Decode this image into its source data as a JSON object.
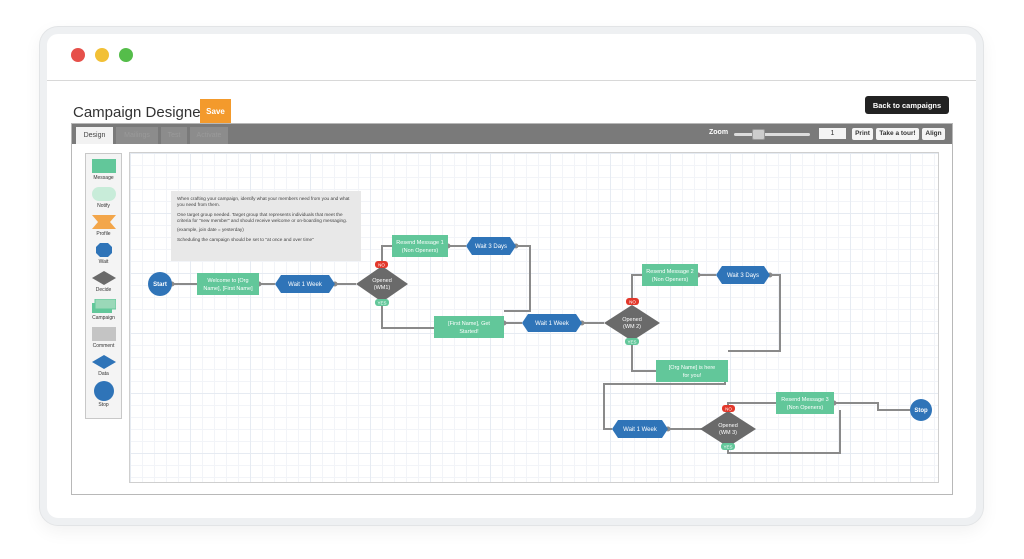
{
  "header": {
    "title": "Campaign Designer",
    "save_label": "Save",
    "back_label": "Back to campaigns"
  },
  "tabs": [
    "Design",
    "Mailings",
    "Test",
    "Activate"
  ],
  "toolbar": {
    "zoom_label": "Zoom",
    "zoom_value": "1",
    "print_label": "Print",
    "tour_label": "Take a tour!",
    "align_label": "Align"
  },
  "palette": [
    "Message",
    "Notify",
    "Profile",
    "Wait",
    "Decide",
    "Campaign",
    "Comment",
    "Data",
    "Stop"
  ],
  "comment": {
    "line1": "When crafting your campaign, identify what your members need from you and what you need from them.",
    "line2": "One target group needed. Target group that represents individuals that meet the criteria for \"new member\" and should receive welcome or on-boarding messaging.",
    "line3": "(example, join date = yesterday)",
    "line4": "Scheduling the campaign should be set to \"at once and over time\""
  },
  "nodes": {
    "start": "Start",
    "welcome": [
      "Welcome to [Org",
      "Name], [First Name]"
    ],
    "wait1": "Wait 1 Week",
    "opened1": [
      "Opened",
      "(WM1)"
    ],
    "resend1": [
      "Resend Message 1",
      "(Non Openers)"
    ],
    "wait3a": "Wait 3 Days",
    "getstarted": [
      "[First Name], Get",
      "Started!"
    ],
    "wait1b": "Wait 1 Week",
    "opened2": [
      "Opened",
      "(WM 2)"
    ],
    "resend2": [
      "Resend Message 2",
      "(Non Openers)"
    ],
    "wait3b": "Wait 3 Days",
    "orgname": [
      "[Org Name] is here",
      "for you!"
    ],
    "wait1c": "Wait 1 Week",
    "opened3": [
      "Opened",
      "(WM 3)"
    ],
    "resend3": [
      "Resend Message 3",
      "(Non Openers)"
    ],
    "stop": "Stop",
    "no": "NO",
    "yes": "YES"
  },
  "colors": {
    "message": "#62c79a",
    "wait": "#2f74b8",
    "decide": "#707070",
    "no_badge": "#e3382b",
    "yes_badge": "#62c79a",
    "save": "#f39a2c"
  }
}
